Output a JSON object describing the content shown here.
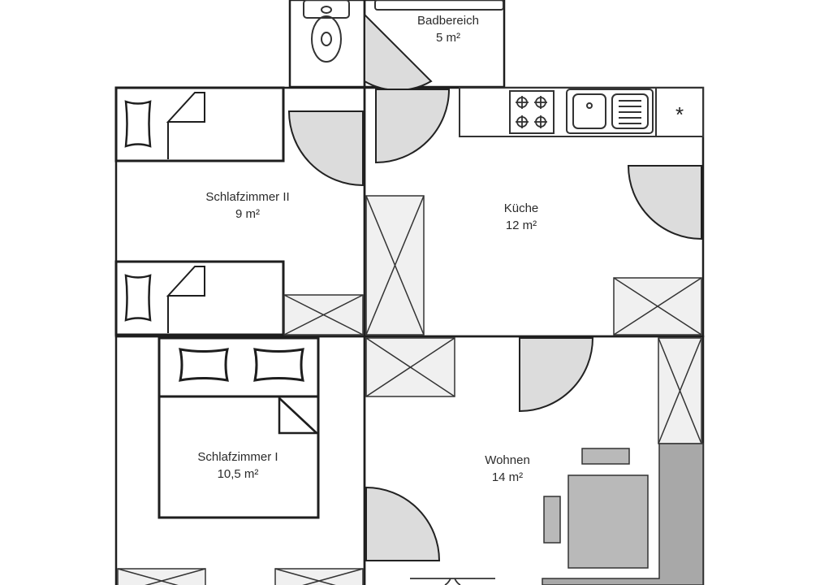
{
  "rooms": {
    "bathroom": {
      "name": "Badbereich",
      "area": "5 m²"
    },
    "bedroom2": {
      "name": "Schlafzimmer II",
      "area": "9 m²"
    },
    "kitchen": {
      "name": "Küche",
      "area": "12 m²"
    },
    "bedroom1": {
      "name": "Schlafzimmer I",
      "area": "10,5 m²"
    },
    "living": {
      "name": "Wohnen",
      "area": "14 m²"
    }
  },
  "colors": {
    "wall": "#1e1e1e",
    "door_fill": "#dcdcdc",
    "window_fill": "#f0f0f0",
    "furniture_fill": "#b9b9b9",
    "counter_fill": "#a8a8a8"
  },
  "icons": {
    "fridge_symbol": "*"
  }
}
